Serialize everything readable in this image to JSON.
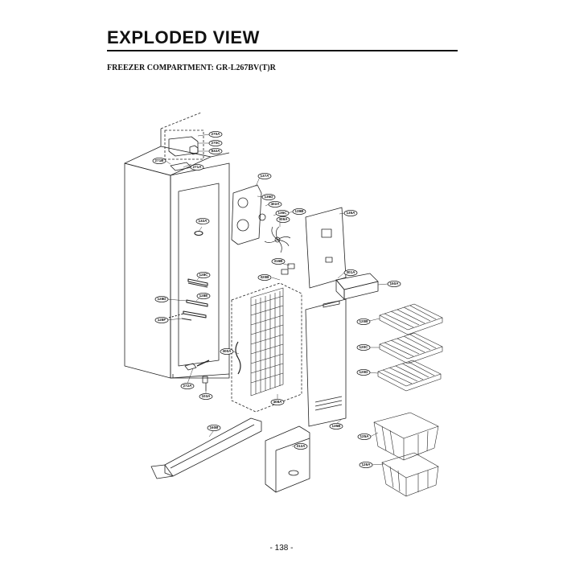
{
  "header": {
    "title": "EXPLODED VIEW",
    "subtitle": "FREEZER COMPARTMENT: GR-L267BV(T)R"
  },
  "footer": {
    "page_number": "- 138 -"
  },
  "part_labels": {
    "p270A": "270A",
    "p270C": "270C",
    "p832A": "832A",
    "p271B": "271B",
    "p271A": "271A",
    "p137A": "137A",
    "p136D": "136D",
    "p402A": "402A",
    "p136C": "136C",
    "p139B": "139B",
    "p309A": "309A",
    "p135A": "135A",
    "p132A": "132A",
    "p316B": "316B",
    "p320B": "320B",
    "p128C": "128C",
    "p128E": "128E",
    "p128D": "128D",
    "p128F": "128F",
    "p301A": "301A",
    "p150A": "150A",
    "p120B": "120B",
    "p120C": "120C",
    "p120D": "120D",
    "p300A": "300A",
    "p272A": "272A",
    "p103A": "103A",
    "p408A": "408A",
    "p135B": "135B",
    "p160B": "160B",
    "p312A": "312A",
    "p125A": "125A",
    "p126A": "126A"
  }
}
